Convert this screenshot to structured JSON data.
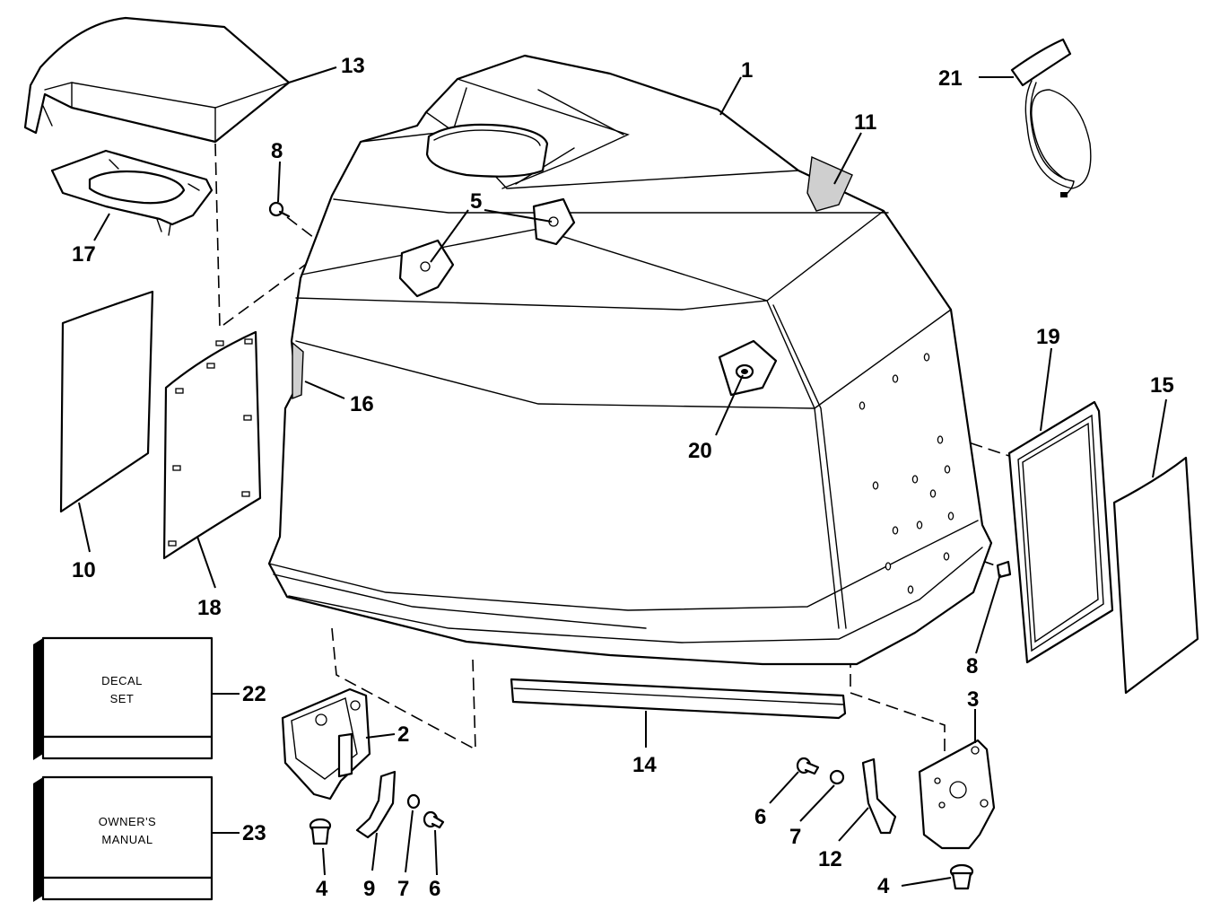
{
  "callouts": [
    {
      "id": "c1",
      "label": "1"
    },
    {
      "id": "c2",
      "label": "2"
    },
    {
      "id": "c3",
      "label": "3"
    },
    {
      "id": "c4a",
      "label": "4"
    },
    {
      "id": "c4b",
      "label": "4"
    },
    {
      "id": "c5",
      "label": "5"
    },
    {
      "id": "c6a",
      "label": "6"
    },
    {
      "id": "c6b",
      "label": "6"
    },
    {
      "id": "c7a",
      "label": "7"
    },
    {
      "id": "c7b",
      "label": "7"
    },
    {
      "id": "c8a",
      "label": "8"
    },
    {
      "id": "c8b",
      "label": "8"
    },
    {
      "id": "c9",
      "label": "9"
    },
    {
      "id": "c10",
      "label": "10"
    },
    {
      "id": "c11",
      "label": "11"
    },
    {
      "id": "c12",
      "label": "12"
    },
    {
      "id": "c13",
      "label": "13"
    },
    {
      "id": "c14",
      "label": "14"
    },
    {
      "id": "c15",
      "label": "15"
    },
    {
      "id": "c16",
      "label": "16"
    },
    {
      "id": "c17",
      "label": "17"
    },
    {
      "id": "c18",
      "label": "18"
    },
    {
      "id": "c19",
      "label": "19"
    },
    {
      "id": "c20",
      "label": "20"
    },
    {
      "id": "c21",
      "label": "21"
    },
    {
      "id": "c22",
      "label": "22"
    },
    {
      "id": "c23",
      "label": "23"
    }
  ],
  "boxes": {
    "decal_set": {
      "line1": "DECAL",
      "line2": "SET"
    },
    "owners_manual": {
      "line1": "OWNER'S",
      "line2": "MANUAL"
    }
  },
  "colors": {
    "ink": "#000000",
    "paper": "#ffffff"
  }
}
